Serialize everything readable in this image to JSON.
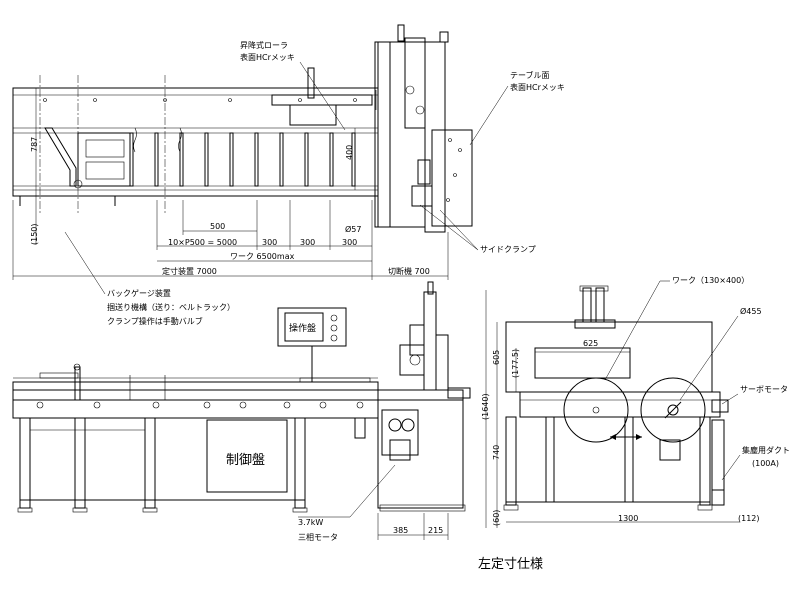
{
  "labels": {
    "lift_roller_line1": "昇降式ローラ",
    "lift_roller_line2": "表面HCrメッキ",
    "table_surface_line1": "テーブル面",
    "table_surface_line2": "表面HCrメッキ",
    "side_clamp": "サイドクランプ",
    "back_gauge_line1": "バックゲージ装置",
    "back_gauge_line2": "掴送り機構（送り：ベルトラック）",
    "back_gauge_line3": "クランプ操作は手動バルブ",
    "operation_panel": "操作盤",
    "control_panel": "制御盤",
    "motor_line1": "3.7kW",
    "motor_line2": "三相モータ",
    "work_size": "ワーク（130×400）",
    "servo_motor": "サーボモータ",
    "dust_duct_line1": "集塵用ダクト",
    "dust_duct_line2": "(100A)",
    "caption": "左定寸仕様"
  },
  "dimensions": {
    "h787": "787",
    "h400": "400",
    "h150": "(150)",
    "d500": "500",
    "pitch": "10×P500 = 5000",
    "d300a": "300",
    "d300b": "300",
    "d300c": "300",
    "dia57": "Ø57",
    "work_max": "ワーク  6500max",
    "fixed_7000": "定寸装置  7000",
    "cutter_700": "切断機  700",
    "d385": "385",
    "d215": "215",
    "h605": "605",
    "h177": "(177.5)",
    "h1640": "(1640)",
    "h740": "740",
    "h60": "(60)",
    "w1300": "1300",
    "w112": "(112)",
    "w625": "625",
    "dia455": "Ø455"
  }
}
